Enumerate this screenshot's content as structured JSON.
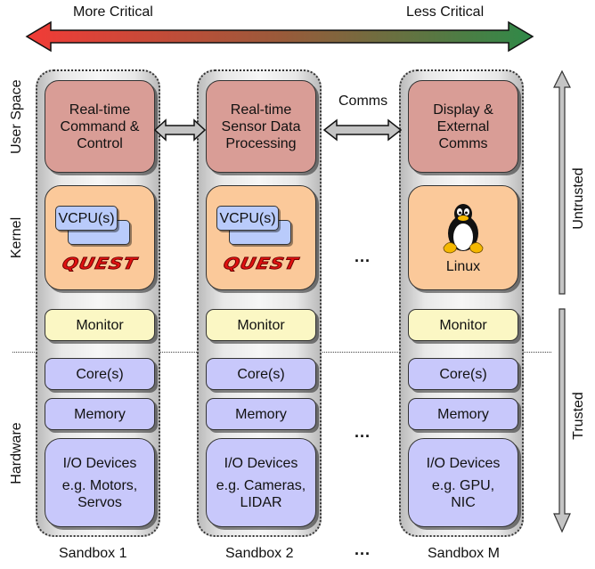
{
  "criticality": {
    "more_label": "More Critical",
    "less_label": "Less Critical",
    "gradient_start": "#f23b37",
    "gradient_end": "#2f8a48"
  },
  "layers": {
    "user_space": "User Space",
    "kernel": "Kernel",
    "hardware": "Hardware"
  },
  "trust": {
    "untrusted": "Untrusted",
    "trusted": "Trusted"
  },
  "comms_label": "Comms",
  "ellipsis": "...",
  "sandboxes": [
    {
      "name": "Sandbox 1",
      "user_app": [
        "Real-time",
        "Command &",
        "Control"
      ],
      "kernel": {
        "vcpu": "VCPU(s)",
        "os": "QUEST"
      },
      "monitor": "Monitor",
      "core": "Core(s)",
      "memory": "Memory",
      "io_title": "I/O Devices",
      "io_examples": [
        "e.g. Motors,",
        "Servos"
      ]
    },
    {
      "name": "Sandbox 2",
      "user_app": [
        "Real-time",
        "Sensor Data",
        "Processing"
      ],
      "kernel": {
        "vcpu": "VCPU(s)",
        "os": "QUEST"
      },
      "monitor": "Monitor",
      "core": "Core(s)",
      "memory": "Memory",
      "io_title": "I/O Devices",
      "io_examples": [
        "e.g. Cameras,",
        "LIDAR"
      ]
    },
    {
      "name": "Sandbox M",
      "user_app": [
        "Display &",
        "External",
        "Comms"
      ],
      "kernel": {
        "os": "Linux",
        "icon": "tux-penguin-icon"
      },
      "monitor": "Monitor",
      "core": "Core(s)",
      "memory": "Memory",
      "io_title": "I/O Devices",
      "io_examples": [
        "e.g. GPU,",
        "NIC"
      ]
    }
  ],
  "colors": {
    "user_box": "#d99d96",
    "kernel_box": "#fbc99a",
    "monitor_box": "#fbf7c4",
    "hardware_box": "#c8c8fb",
    "vcpu_box": "#b9cbfb",
    "quest_logo": "#e01010"
  }
}
